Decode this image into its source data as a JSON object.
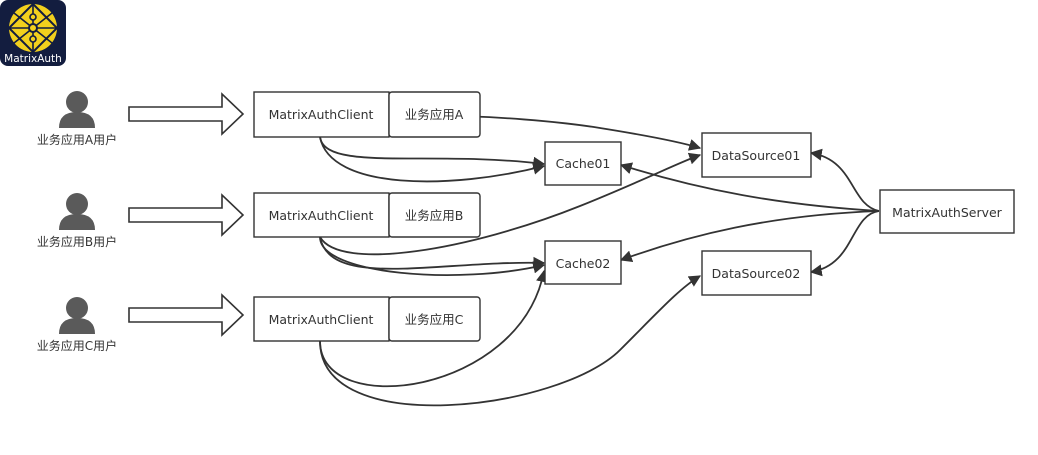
{
  "logo": {
    "text": "MatrixAuth",
    "colors": {
      "background": "#131d3f",
      "accent": "#f2d01d"
    }
  },
  "users": [
    {
      "label": "业务应用A用户"
    },
    {
      "label": "业务应用B用户"
    },
    {
      "label": "业务应用C用户"
    }
  ],
  "clients": [
    {
      "label": "MatrixAuthClient",
      "app": "业务应用A"
    },
    {
      "label": "MatrixAuthClient",
      "app": "业务应用B"
    },
    {
      "label": "MatrixAuthClient",
      "app": "业务应用C"
    }
  ],
  "caches": [
    {
      "label": "Cache01"
    },
    {
      "label": "Cache02"
    }
  ],
  "datasources": [
    {
      "label": "DataSource01"
    },
    {
      "label": "DataSource02"
    }
  ],
  "server": {
    "label": "MatrixAuthServer"
  },
  "colors": {
    "line": "#333333",
    "user": "#5a5a5a"
  }
}
